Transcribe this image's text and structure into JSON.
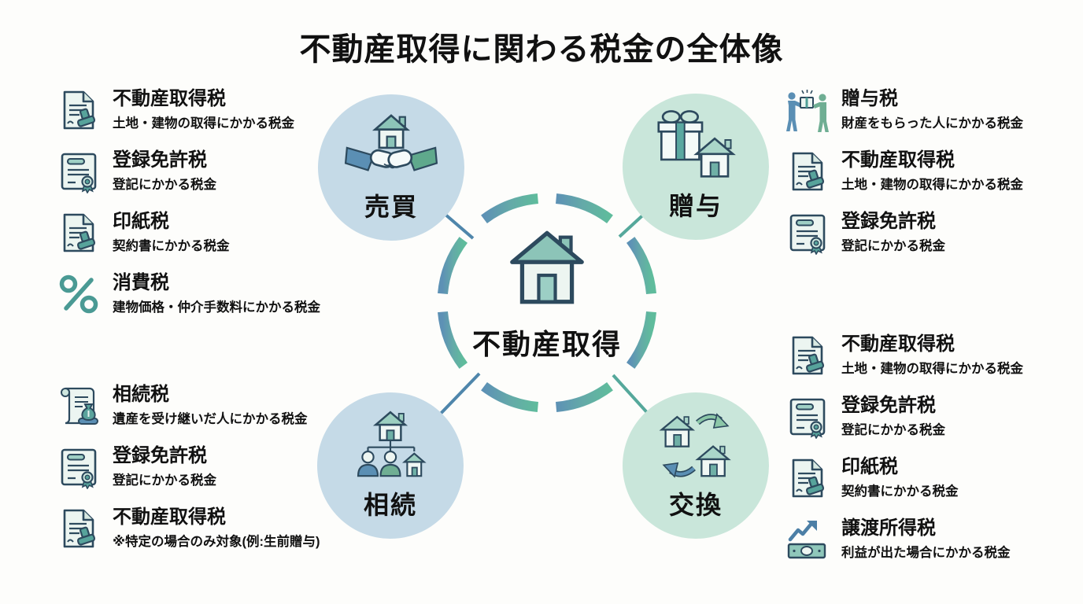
{
  "title": "不動産取得に関わる税金の全体像",
  "center": {
    "label": "不動産取得",
    "icon": "house-icon"
  },
  "nodes": {
    "sale": {
      "label": "売買",
      "icon": "handshake-house-icon",
      "circle_color": "#c5dae7"
    },
    "gift": {
      "label": "贈与",
      "icon": "gift-house-icon",
      "circle_color": "#c9e6da"
    },
    "inheritance": {
      "label": "相続",
      "icon": "family-tree-icon",
      "circle_color": "#c5dae7"
    },
    "exchange": {
      "label": "交換",
      "icon": "exchange-houses-icon",
      "circle_color": "#c9e6da"
    }
  },
  "groups": {
    "sale": {
      "items": [
        {
          "icon": "document-stamp-icon",
          "title": "不動産取得税",
          "desc": "土地・建物の取得にかかる税金"
        },
        {
          "icon": "certificate-icon",
          "title": "登録免許税",
          "desc": "登記にかかる税金"
        },
        {
          "icon": "document-stamp-icon",
          "title": "印紙税",
          "desc": "契約書にかかる税金"
        },
        {
          "icon": "percent-icon",
          "title": "消費税",
          "desc": "建物価格・仲介手数料にかかる税金"
        }
      ]
    },
    "gift": {
      "items": [
        {
          "icon": "gift-people-icon",
          "title": "贈与税",
          "desc": "財産をもらった人にかかる税金"
        },
        {
          "icon": "document-stamp-icon",
          "title": "不動産取得税",
          "desc": "土地・建物の取得にかかる税金"
        },
        {
          "icon": "certificate-icon",
          "title": "登録免許税",
          "desc": "登記にかかる税金"
        }
      ]
    },
    "inheritance": {
      "items": [
        {
          "icon": "scroll-moneybag-icon",
          "title": "相続税",
          "desc": "遺産を受け継いだ人にかかる税金"
        },
        {
          "icon": "certificate-icon",
          "title": "登録免許税",
          "desc": "登記にかかる税金"
        },
        {
          "icon": "document-stamp-icon",
          "title": "不動産取得税",
          "desc": "※特定の場合のみ対象(例:生前贈与)"
        }
      ]
    },
    "exchange": {
      "items": [
        {
          "icon": "document-stamp-icon",
          "title": "不動産取得税",
          "desc": "土地・建物の取得にかかる税金"
        },
        {
          "icon": "certificate-icon",
          "title": "登録免許税",
          "desc": "登記にかかる税金"
        },
        {
          "icon": "document-stamp-icon",
          "title": "印紙税",
          "desc": "契約書にかかる税金"
        },
        {
          "icon": "money-arrow-icon",
          "title": "譲渡所得税",
          "desc": "利益が出た場合にかかる税金"
        }
      ]
    }
  },
  "colors": {
    "background": "#fdfdfb",
    "text": "#111111",
    "outline_navy": "#2d4a5e",
    "teal_accent": "#4f9e96",
    "ring_blue": "#5d91b5",
    "ring_green": "#5fbc9c",
    "blue_circle": "#c5dae7",
    "green_circle": "#c9e6da",
    "connector_blue": "#4f86ab",
    "connector_teal": "#55a89b"
  }
}
